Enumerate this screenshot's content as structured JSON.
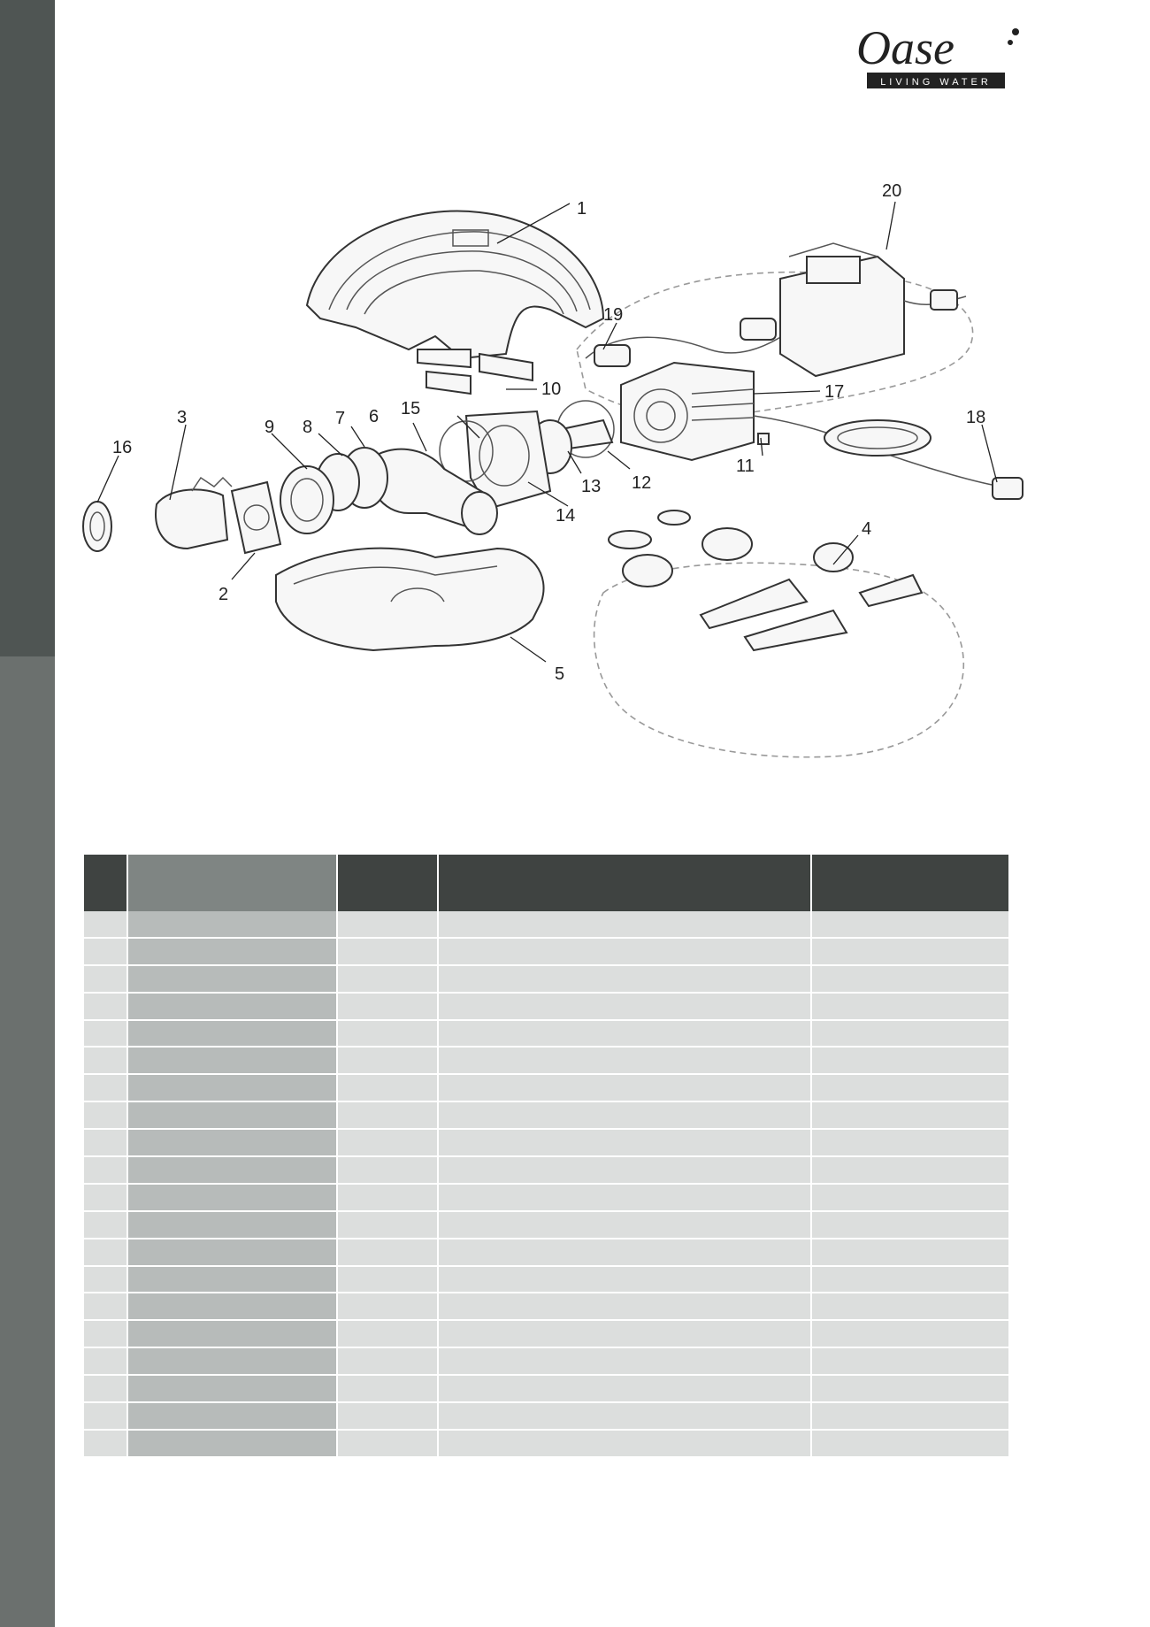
{
  "brand": {
    "name": "Oase",
    "tagline": "LIVING WATER"
  },
  "diagram": {
    "callouts": [
      "1",
      "2",
      "3",
      "4",
      "5",
      "6",
      "7",
      "8",
      "9",
      "10",
      "11",
      "12",
      "13",
      "14",
      "15",
      "16",
      "17",
      "18",
      "19",
      "20"
    ]
  },
  "parts_table": {
    "columns": [
      "",
      "",
      "",
      "",
      ""
    ],
    "row_count": 20
  },
  "colors": {
    "sidebar_dark": "#4f5553",
    "sidebar_light": "#6b706e",
    "header_dark": "#3f4341",
    "header_mid": "#7f8583",
    "row_light": "#dcdedd",
    "row_mid": "#b7bbba"
  }
}
